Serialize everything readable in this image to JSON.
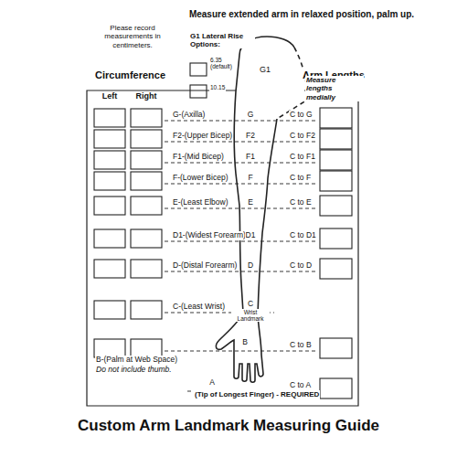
{
  "diagram": {
    "title": "Custom Arm Landmark Measuring Guide",
    "labels": [
      "Measure extended arm in relaxed position, palm up.",
      "Please record measurements in centimeters.",
      "G1 Lateral Rise Options:",
      "6.35 (default)",
      "10.15",
      "G1",
      "Circumference",
      "Arm Lengths",
      "Left",
      "Right",
      "Measure lengths medially",
      "G-(Axilla)",
      "G",
      "C to G",
      "F2-(Upper Bicep)",
      "F2",
      "C to F2",
      "F1-(Mid Bicep)",
      "F1",
      "C to F1",
      "F-(Lower Bicep)",
      "F",
      "C to F",
      "E-(Least Elbow)",
      "E",
      "C to E",
      "D1-(Widest Forearm)",
      "D1",
      "C to D1",
      "D-(Distal Forearm)",
      "D",
      "C to D",
      "C-(Least Wrist)",
      "C",
      "Wrist Landmark",
      "B",
      "C to B",
      "B-(Palm at Web Space)",
      "Do not include thumb.",
      "A",
      "C to A",
      "(Tip of Longest Finger) - REQUIRED"
    ]
  }
}
